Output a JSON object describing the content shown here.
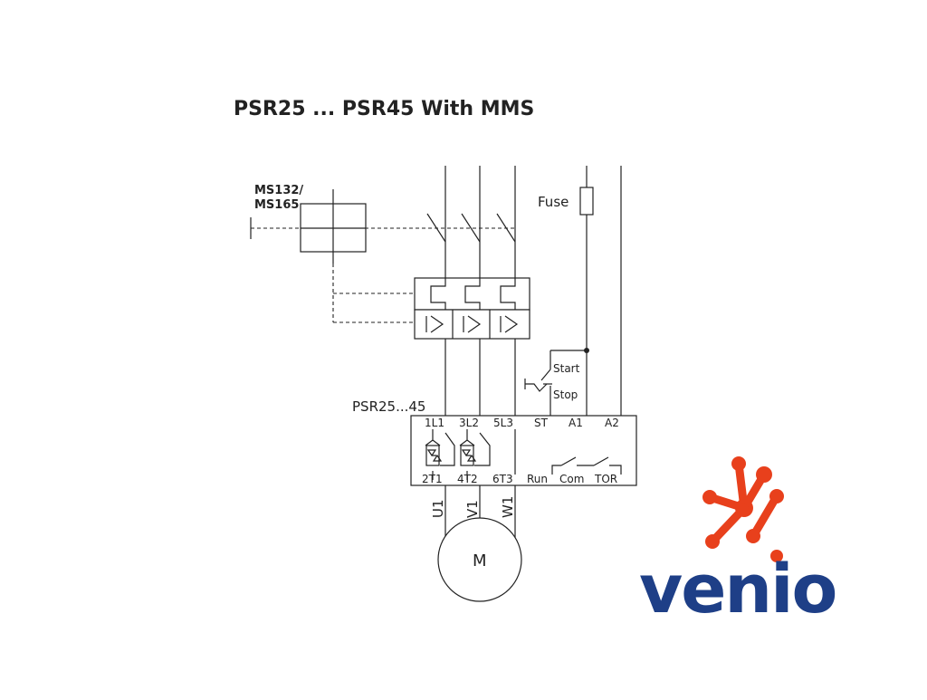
{
  "title": "PSR25 ... PSR45 With MMS",
  "breaker": {
    "label_line1": "MS132/",
    "label_line2": "MS165"
  },
  "fuse_label": "Fuse",
  "start_label": "Start",
  "stop_label": "Stop",
  "softstarter": {
    "model": "PSR25...45",
    "top_terminals": [
      "1L1",
      "3L2",
      "5L3",
      "ST",
      "A1",
      "A2"
    ],
    "bottom_terminals": [
      "2T1",
      "4T2",
      "6T3",
      "Run",
      "Com",
      "TOR"
    ]
  },
  "motor_phases": [
    "U1",
    "V1",
    "W1"
  ],
  "motor_label": "M",
  "logo": {
    "text": "venio",
    "text_color": "#1e3f87",
    "icon_color": "#e8401c"
  }
}
